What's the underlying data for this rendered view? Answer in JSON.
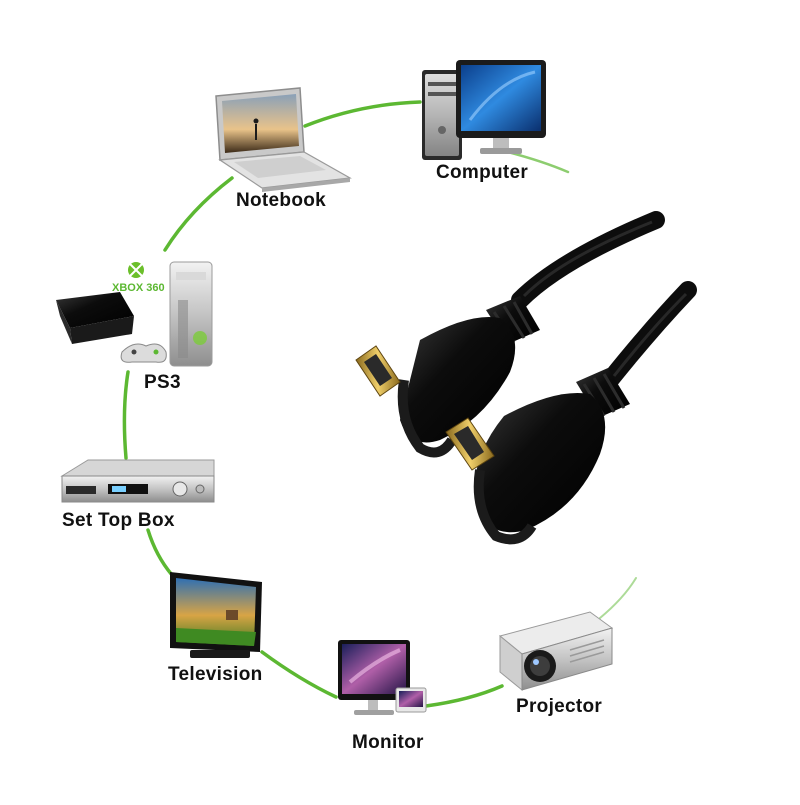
{
  "diagram": {
    "colors": {
      "ring_line": "#5cb832",
      "cable": "#0d0d0d",
      "connector_gold": "#c9a13b",
      "background": "#ffffff"
    },
    "devices": [
      {
        "id": "computer",
        "label": "Computer",
        "icon": "desktop-computer-icon"
      },
      {
        "id": "notebook",
        "label": "Notebook",
        "icon": "laptop-icon"
      },
      {
        "id": "ps3",
        "label": "PS3",
        "icon": "game-console-icon",
        "extra_text": "XBOX 360"
      },
      {
        "id": "settopbox",
        "label": "Set Top Box",
        "icon": "set-top-box-icon"
      },
      {
        "id": "television",
        "label": "Television",
        "icon": "television-icon"
      },
      {
        "id": "monitor",
        "label": "Monitor",
        "icon": "monitor-icon"
      },
      {
        "id": "projector",
        "label": "Projector",
        "icon": "projector-icon"
      }
    ],
    "center_image": "micro-hdmi-right-angle-cable"
  }
}
